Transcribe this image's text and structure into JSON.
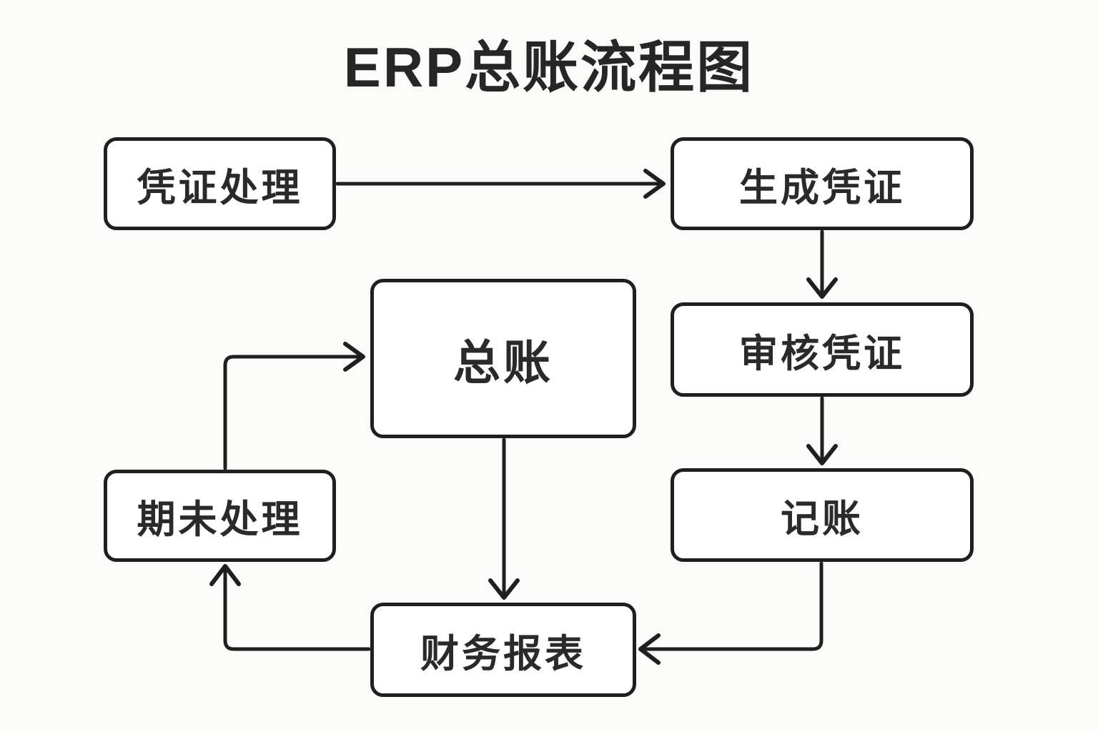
{
  "title": "ERP总账流程图",
  "nodes": {
    "voucher_processing": {
      "label": "凭证处理"
    },
    "generate_voucher": {
      "label": "生成凭证"
    },
    "review_voucher": {
      "label": "审核凭证"
    },
    "bookkeeping": {
      "label": "记账"
    },
    "general_ledger": {
      "label": "总账"
    },
    "period_end_processing": {
      "label": "期未处理"
    },
    "financial_statements": {
      "label": "财务报表"
    }
  },
  "edges": [
    {
      "from": "凭证处理",
      "to": "生成凭证"
    },
    {
      "from": "生成凭证",
      "to": "审核凭证"
    },
    {
      "from": "审核凭证",
      "to": "记账"
    },
    {
      "from": "记账",
      "to": "财务报表"
    },
    {
      "from": "总账",
      "to": "财务报表"
    },
    {
      "from": "期未处理",
      "to": "总账"
    },
    {
      "from": "财务报表",
      "to": "期未处理"
    }
  ],
  "colors": {
    "line": "#1f1f1f",
    "box_border": "#1f1f1f",
    "box_fill": "#ffffff",
    "background": "#fbfbf9",
    "text": "#262626"
  }
}
